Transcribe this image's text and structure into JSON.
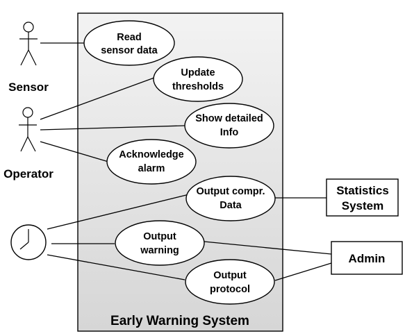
{
  "system": {
    "title": "Early Warning System"
  },
  "actors": {
    "sensor": {
      "label": "Sensor",
      "icon": "stick-figure-icon"
    },
    "operator": {
      "label": "Operator",
      "icon": "stick-figure-icon"
    },
    "timer": {
      "label": "",
      "icon": "clock-icon"
    },
    "statistics": {
      "label_lines": [
        "Statistics",
        "System"
      ]
    },
    "admin": {
      "label": "Admin"
    }
  },
  "use_cases": {
    "read_sensor": {
      "lines": [
        "Read",
        "sensor data"
      ]
    },
    "update_thresholds": {
      "lines": [
        "Update",
        "thresholds"
      ]
    },
    "show_detailed": {
      "lines": [
        "Show detailed",
        "Info"
      ]
    },
    "acknowledge_alarm": {
      "lines": [
        "Acknowledge",
        "alarm"
      ]
    },
    "output_compr": {
      "lines": [
        "Output compr.",
        "Data"
      ]
    },
    "output_warning": {
      "lines": [
        "Output",
        "warning"
      ]
    },
    "output_protocol": {
      "lines": [
        "Output",
        "protocol"
      ]
    }
  },
  "colors": {
    "system_fill_top": "#f3f3f3",
    "system_fill_bottom": "#d6d6d6",
    "stroke": "#000000",
    "ellipse_fill": "#ffffff"
  }
}
